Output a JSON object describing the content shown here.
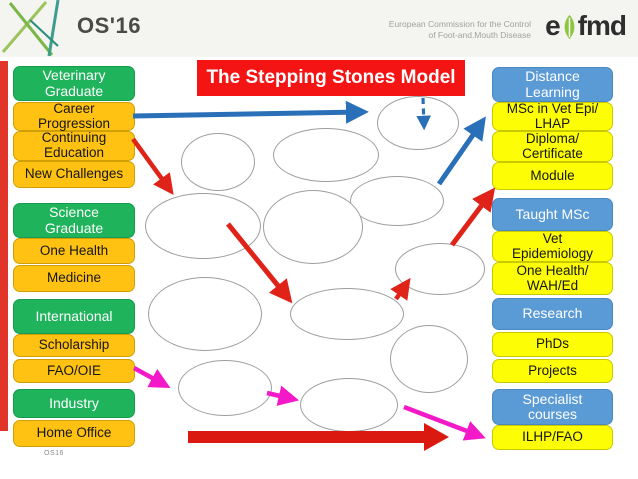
{
  "header": {
    "brand": "OS'16",
    "org": {
      "line1": "European Commission for the Control",
      "line2": "of Foot-and.Mouth Disease"
    },
    "logo": {
      "pre": "e",
      "post": "fmd"
    }
  },
  "title_banner": "The Stepping Stones Model",
  "footer": "OS16",
  "left_column": {
    "boxes": [
      {
        "label": "Veterinary Graduate",
        "type": "green"
      },
      {
        "label": "Career Progression",
        "type": "gold"
      },
      {
        "label": "Continuing Education",
        "type": "gold"
      },
      {
        "label": "New Challenges",
        "type": "gold"
      },
      {
        "label": "Science Graduate",
        "type": "green"
      },
      {
        "label": "One Health",
        "type": "gold"
      },
      {
        "label": "Medicine",
        "type": "gold"
      },
      {
        "label": "International",
        "type": "green"
      },
      {
        "label": "Scholarship",
        "type": "gold"
      },
      {
        "label": "FAO/OIE",
        "type": "gold"
      },
      {
        "label": "Industry",
        "type": "green"
      },
      {
        "label": "Home Office",
        "type": "gold"
      }
    ]
  },
  "right_column": {
    "boxes": [
      {
        "label": "Distance Learning",
        "type": "blue"
      },
      {
        "label": "MSc in Vet Epi/ LHAP",
        "type": "yellow"
      },
      {
        "label": "Diploma/ Certificate",
        "type": "yellow"
      },
      {
        "label": "Module",
        "type": "yellow"
      },
      {
        "label": "Taught MSc",
        "type": "blue"
      },
      {
        "label": "Vet Epidemiology",
        "type": "yellow"
      },
      {
        "label": "One Health/ WAH/Ed",
        "type": "yellow"
      },
      {
        "label": "Research",
        "type": "blue"
      },
      {
        "label": "PhDs",
        "type": "yellow"
      },
      {
        "label": "Projects",
        "type": "yellow"
      },
      {
        "label": "Specialist courses",
        "type": "blue"
      },
      {
        "label": "ILHP/FAO",
        "type": "yellow"
      }
    ]
  },
  "colors": {
    "accent_red": "#e2352a",
    "title_red": "#f51414",
    "green_box": "#1fb35c",
    "gold_box": "#ffc213",
    "yellow_box": "#fdfd05",
    "blue_box": "#5b9bd5",
    "blue_arrow": "#2a70b8",
    "red_arrow": "#df2318",
    "magenta_arrow": "#f318c8",
    "logo_green": "#8cc63f"
  }
}
